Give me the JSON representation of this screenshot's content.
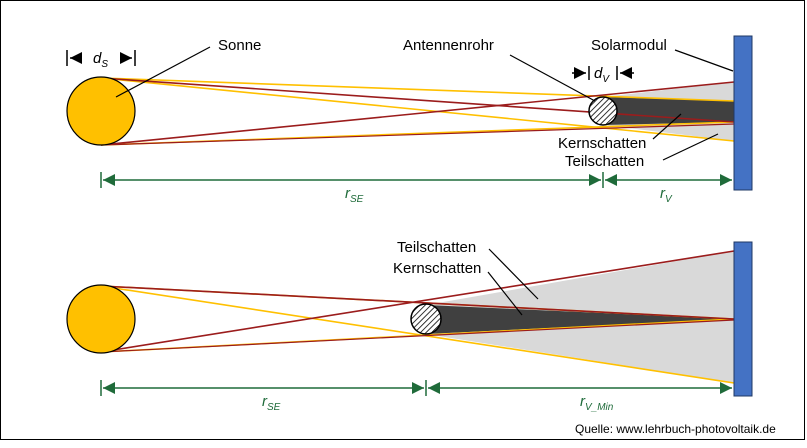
{
  "top": {
    "label_sun": "Sonne",
    "label_pipe": "Antennenrohr",
    "label_module": "Solarmodul",
    "label_core": "Kernschatten",
    "label_partial": "Teilschatten",
    "dim_sun_main": "d",
    "dim_sun_sub": "S",
    "dim_pipe_main": "d",
    "dim_pipe_sub": "V",
    "dim_rse_main": "r",
    "dim_rse_sub": "SE",
    "dim_rv_main": "r",
    "dim_rv_sub": "V"
  },
  "bottom": {
    "label_partial": "Teilschatten",
    "label_core": "Kernschatten",
    "dim_rse_main": "r",
    "dim_rse_sub": "SE",
    "dim_rv_main": "r",
    "dim_rv_sub": "V_Min"
  },
  "source": "Quelle: www.lehrbuch-photovoltaik.de",
  "colors": {
    "sun": "#FFC000",
    "ray_yellow": "#FFC000",
    "ray_red": "#9B1C1C",
    "core_shadow": "#404040",
    "partial_shadow": "#D9D9D9",
    "module": "#4472C4",
    "dimension": "#1f6b3a"
  }
}
